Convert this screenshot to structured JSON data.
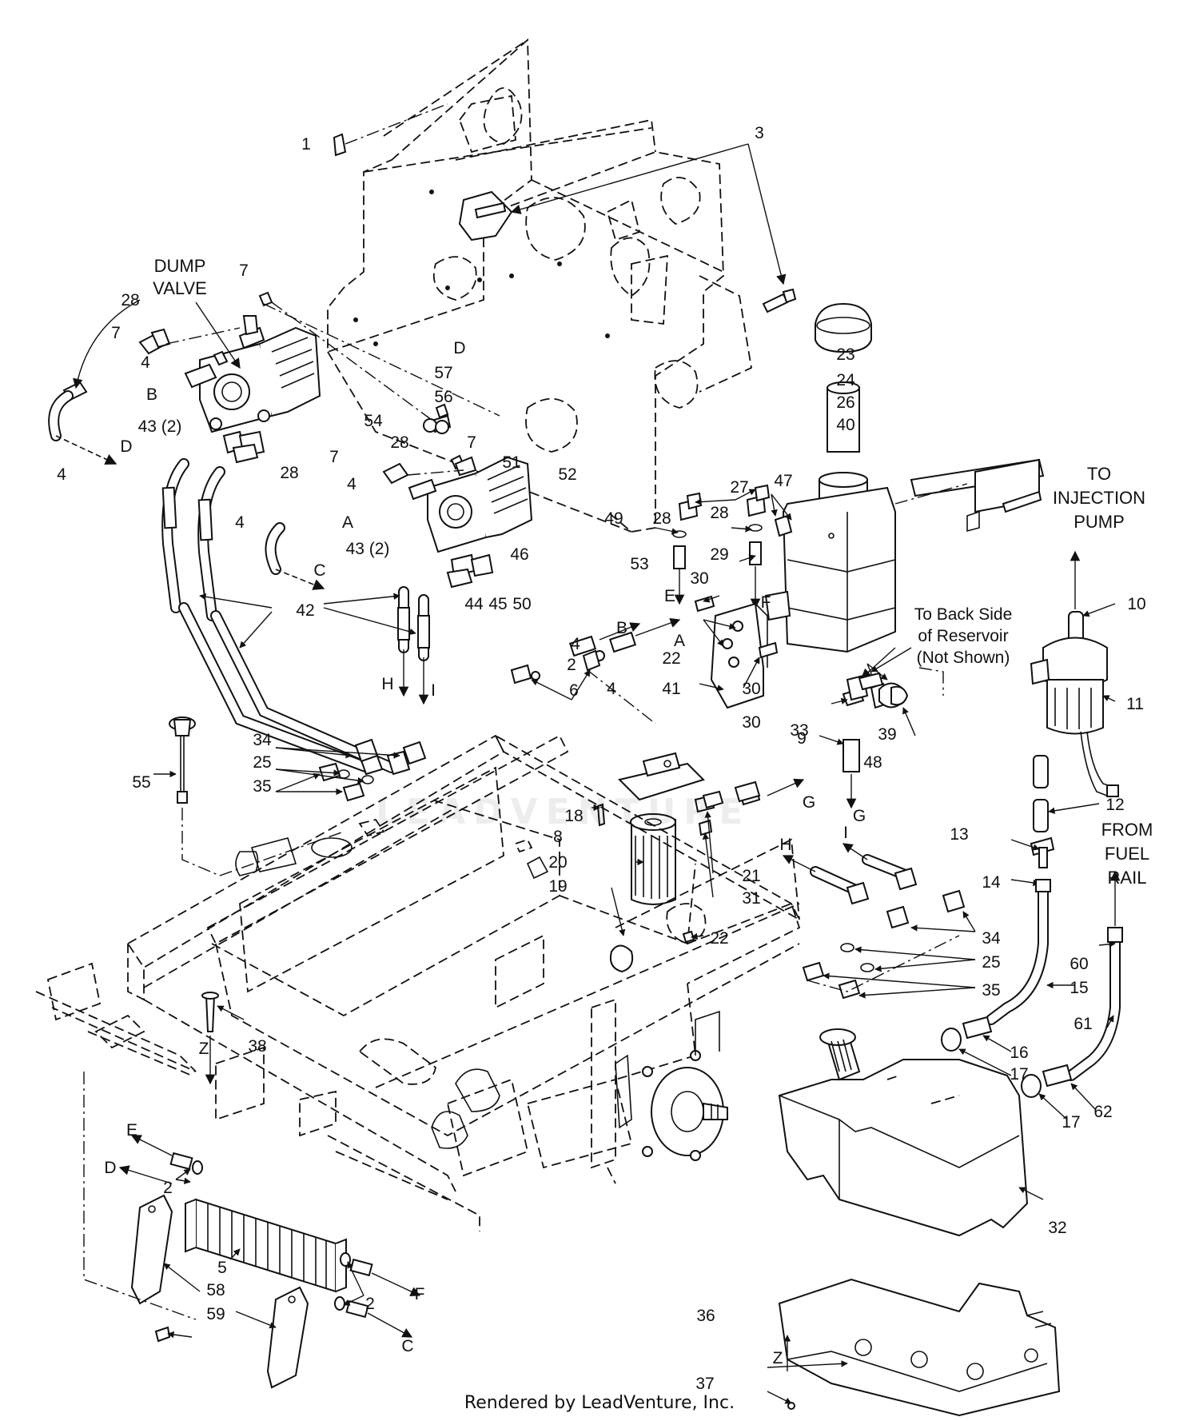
{
  "watermark": "LEADVENTURE",
  "footer": "Rendered by LeadVenture, Inc.",
  "text_labels": {
    "dump_valve_1": "DUMP",
    "dump_valve_2": "VALVE",
    "to_injection_1": "TO",
    "to_injection_2": "INJECTION",
    "to_injection_3": "PUMP",
    "from_fuel_1": "FROM",
    "from_fuel_2": "FUEL",
    "from_fuel_3": "RAIL",
    "back_side_1": "To Back Side",
    "back_side_2": "of Reservoir",
    "back_side_3": "(Not Shown)"
  },
  "callouts": [
    {
      "text": "1"
    },
    {
      "text": "3"
    },
    {
      "text": "7"
    },
    {
      "text": "28"
    },
    {
      "text": "7"
    },
    {
      "text": "4"
    },
    {
      "text": "B"
    },
    {
      "text": "57"
    },
    {
      "text": "56"
    },
    {
      "text": "54"
    },
    {
      "text": "D"
    },
    {
      "text": "43 (2)"
    },
    {
      "text": "D"
    },
    {
      "text": "4"
    },
    {
      "text": "7"
    },
    {
      "text": "28"
    },
    {
      "text": "7"
    },
    {
      "text": "51"
    },
    {
      "text": "52"
    },
    {
      "text": "28"
    },
    {
      "text": "4"
    },
    {
      "text": "4"
    },
    {
      "text": "A"
    },
    {
      "text": "C"
    },
    {
      "text": "43 (2)"
    },
    {
      "text": "49"
    },
    {
      "text": "46"
    },
    {
      "text": "44"
    },
    {
      "text": "45"
    },
    {
      "text": "50"
    },
    {
      "text": "42"
    },
    {
      "text": "H"
    },
    {
      "text": "I"
    },
    {
      "text": "53"
    },
    {
      "text": "23"
    },
    {
      "text": "24"
    },
    {
      "text": "26"
    },
    {
      "text": "40"
    },
    {
      "text": "27"
    },
    {
      "text": "47"
    },
    {
      "text": "28"
    },
    {
      "text": "28"
    },
    {
      "text": "29"
    },
    {
      "text": "E"
    },
    {
      "text": "F"
    },
    {
      "text": "30"
    },
    {
      "text": "30"
    },
    {
      "text": "10"
    },
    {
      "text": "B"
    },
    {
      "text": "A"
    },
    {
      "text": "4"
    },
    {
      "text": "2"
    },
    {
      "text": "4"
    },
    {
      "text": "22"
    },
    {
      "text": "41"
    },
    {
      "text": "6"
    },
    {
      "text": "30"
    },
    {
      "text": "11"
    },
    {
      "text": "34"
    },
    {
      "text": "25"
    },
    {
      "text": "35"
    },
    {
      "text": "33"
    },
    {
      "text": "39"
    },
    {
      "text": "9"
    },
    {
      "text": "48"
    },
    {
      "text": "55"
    },
    {
      "text": "G"
    },
    {
      "text": "G"
    },
    {
      "text": "12"
    },
    {
      "text": "18"
    },
    {
      "text": "8"
    },
    {
      "text": "13"
    },
    {
      "text": "20"
    },
    {
      "text": "21"
    },
    {
      "text": "31"
    },
    {
      "text": "H"
    },
    {
      "text": "I"
    },
    {
      "text": "14"
    },
    {
      "text": "19"
    },
    {
      "text": "22"
    },
    {
      "text": "34"
    },
    {
      "text": "60"
    },
    {
      "text": "25"
    },
    {
      "text": "15"
    },
    {
      "text": "35"
    },
    {
      "text": "61"
    },
    {
      "text": "38"
    },
    {
      "text": "16"
    },
    {
      "text": "17"
    },
    {
      "text": "62"
    },
    {
      "text": "17"
    },
    {
      "text": "Z"
    },
    {
      "text": "E"
    },
    {
      "text": "2"
    },
    {
      "text": "D"
    },
    {
      "text": "5"
    },
    {
      "text": "58"
    },
    {
      "text": "59"
    },
    {
      "text": "F"
    },
    {
      "text": "2"
    },
    {
      "text": "C"
    },
    {
      "text": "32"
    },
    {
      "text": "36"
    },
    {
      "text": "Z"
    },
    {
      "text": "37"
    }
  ]
}
